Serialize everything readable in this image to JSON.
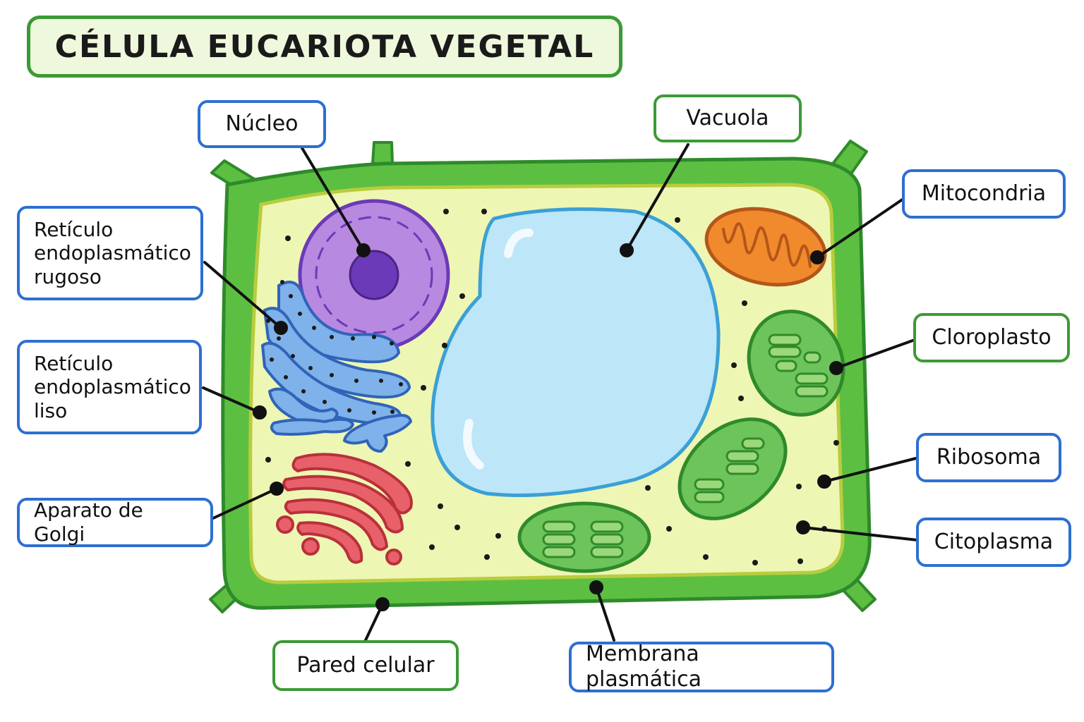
{
  "title": "CÉLULA EUCARIOTA VEGETAL",
  "colors": {
    "cell_wall": "#5cbf42",
    "cell_wall_dark": "#2f8a2a",
    "cytoplasm": "#eef6b4",
    "membrane": "#b9cc3e",
    "nucleus": "#b889e0",
    "nucleolus": "#6b3ab8",
    "vacuole": "#bde6f8",
    "vacuole_border": "#3aa0d6",
    "mitochondria": "#f08a2c",
    "chloroplast": "#6dc45a",
    "er": "#7fb1ea",
    "golgi": "#e8616a",
    "label_blue": "#2d6fd2",
    "label_green": "#3c9a36"
  },
  "labels": {
    "nucleo": "Núcleo",
    "vacuola": "Vacuola",
    "mitocondria": "Mitocondria",
    "rer": "Retículo\nendoplasmático\nrugoso",
    "ser": "Retículo\nendoplasmático\nliso",
    "cloroplasto": "Cloroplasto",
    "ribosoma": "Ribosoma",
    "golgi": "Aparato de Golgi",
    "citoplasma": "Citoplasma",
    "pared": "Pared celular",
    "membrana": "Membrana plasmática"
  }
}
